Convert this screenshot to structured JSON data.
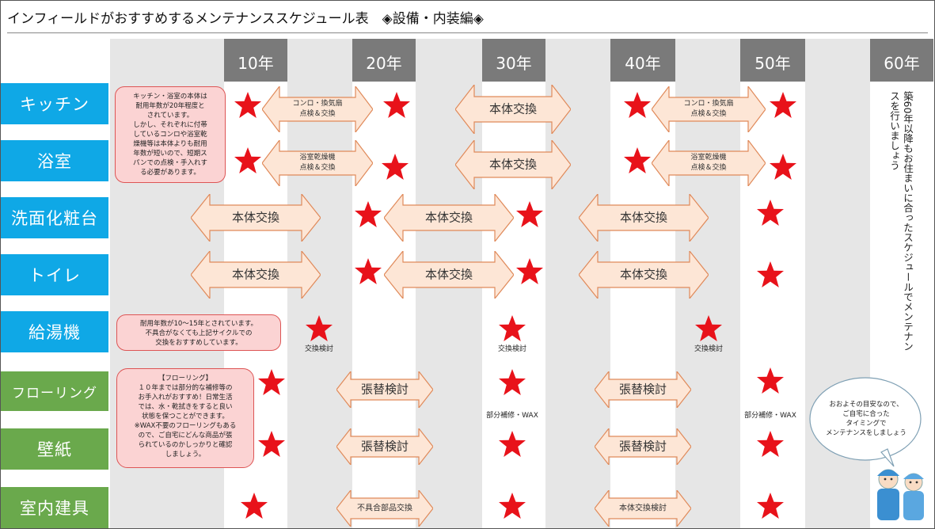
{
  "title": "インフィールドがおすすめするメンテナンススケジュール表　◈設備・内装編◈",
  "years": [
    "10年",
    "20年",
    "30年",
    "40年",
    "50年",
    "60年"
  ],
  "rows": {
    "kitchen": "キッチン",
    "bath": "浴室",
    "washstand": "洗面化粧台",
    "toilet": "トイレ",
    "heater": "給湯機",
    "flooring": "フローリング",
    "wallpaper": "壁紙",
    "fixtures": "室内建具"
  },
  "arrows": {
    "kitchen_a": "コンロ・換気扇\n点検＆交換",
    "kitchen_b": "本体交換",
    "kitchen_c": "コンロ・換気扇\n点検＆交換",
    "bath_a": "浴室乾燥機\n点検＆交換",
    "bath_b": "本体交換",
    "bath_c": "浴室乾燥機\n点検＆交換",
    "wash_a": "本体交換",
    "wash_b": "本体交換",
    "wash_c": "本体交換",
    "toilet_a": "本体交換",
    "toilet_b": "本体交換",
    "toilet_c": "本体交換",
    "floor_a": "張替検討",
    "floor_b": "張替検討",
    "wall_a": "張替検討",
    "wall_b": "張替検討",
    "fix_a": "不具合部品交換",
    "fix_b": "本体交換検討"
  },
  "notes": {
    "heater_1": "交換検討",
    "heater_2": "交換検討",
    "heater_3": "交換検討",
    "floor_1": "部分補修・WAX",
    "floor_2": "部分補修・WAX"
  },
  "callouts": {
    "kitchen_bath": "キッチン・浴室の本体は\n耐用年数が20年程度と\nされています。\nしかし、それぞれに付帯\nしているコンロや浴室乾\n燥機等は本体よりも耐用\n年数が短いので、短期ス\nパンでの点検・手入れす\nる必要があります。",
    "heater": "耐用年数が10～15年とされています。\n不具合がなくても上記サイクルでの\n交換をおすすめしています。",
    "flooring": "【フローリング】\n１０年までは部分的な補修等の\nお手入れがおすすめ！日常生活\nでは、水・乾拭きをすると良い\n状態を保つことができます。\n※WAX不要のフローリングもある\nので、ご自宅にどんな商品が張\nられているのかしっかりと確認\nしましょう。"
  },
  "side_text": "築60年以降もお住まいに合ったスケジュールでメンテナンスを行いましょう",
  "bubble_text": "おおよその目安なので、\nご自宅に合った\nタイミングで\nメンテナンスをしましょう",
  "colors": {
    "blue": "#0fa8e6",
    "green": "#6aa94c",
    "year_box": "#7a7a7a",
    "arrow_fill": "#fde6d6",
    "arrow_stroke": "#e08a5a",
    "star": "#e8121a",
    "callout_fill": "#fbd3d3"
  }
}
